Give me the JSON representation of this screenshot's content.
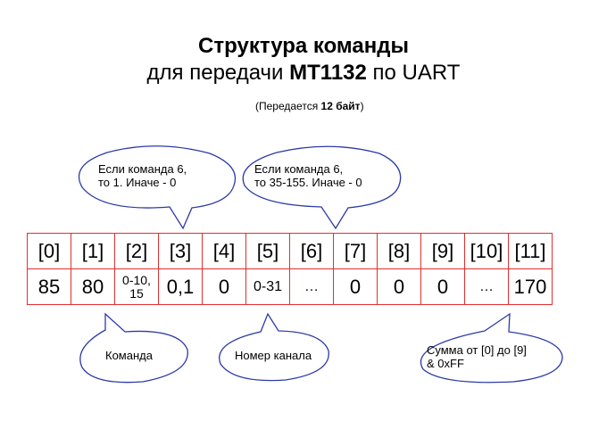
{
  "title": {
    "line1": "Структура команды",
    "line2_prefix": "для передачи ",
    "line2_bold": "MT1132",
    "line2_suffix": " по  UART"
  },
  "note": {
    "prefix": "(Передается ",
    "bold": "12 байт",
    "suffix": ")"
  },
  "callouts": {
    "byte3": {
      "line1": "Если команда 6,",
      "line2": "то 1. Иначе - 0"
    },
    "byte6": {
      "line1": "Если команда 6,",
      "line2": "то 35-155. Иначе - 0"
    },
    "command": "Команда",
    "channel": "Номер канала",
    "checksum": {
      "line1": "Сумма от [0] до [9]",
      "line2": "& 0xFF"
    }
  },
  "indices": [
    "[0]",
    "[1]",
    "[2]",
    "[3]",
    "[4]",
    "[5]",
    "[6]",
    "[7]",
    "[8]",
    "[9]",
    "[10]",
    "[11]"
  ],
  "values": [
    "85",
    "80",
    "0-10,\n15",
    "0,1",
    "0",
    "0-31",
    "…",
    "0",
    "0",
    "0",
    "…",
    "170"
  ],
  "colors": {
    "border": "#e03030",
    "callout_stroke": "#2b3aa8"
  }
}
